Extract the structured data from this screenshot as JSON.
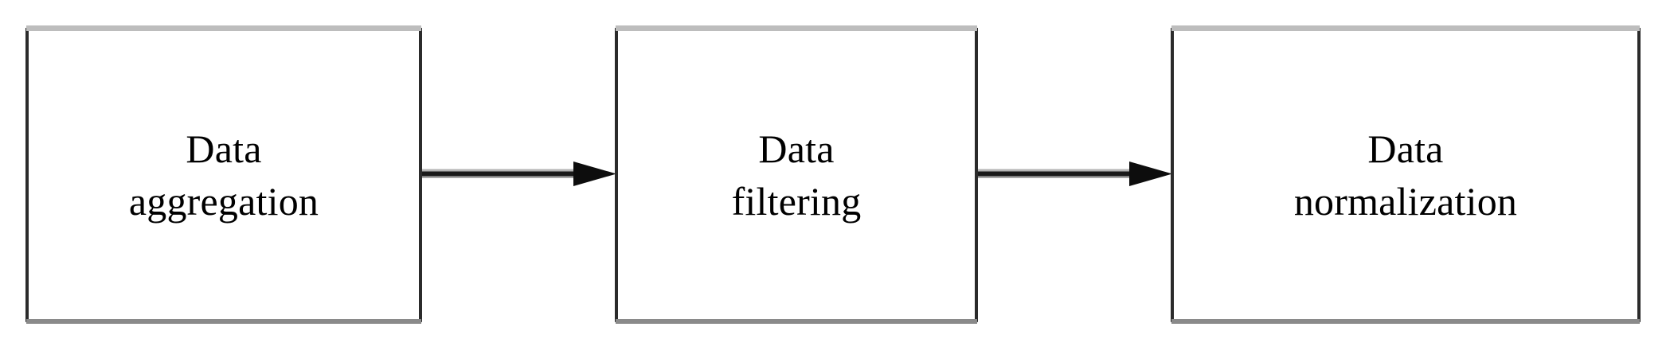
{
  "diagram": {
    "type": "flow-diagram",
    "orientation": "horizontal",
    "background_color": "#ffffff",
    "text_color": "#000000",
    "border_color": "#2b2b2b",
    "shadow_color": "#8a8a8a",
    "arrow_color": "#111111",
    "steps": [
      {
        "id": "step-1",
        "label": "Data\naggregation",
        "line_1": "Data",
        "line_2": "aggregation",
        "order": 1
      },
      {
        "id": "step-2",
        "label": "Data\nfiltering",
        "line_1": "Data",
        "line_2": "filtering",
        "order": 2
      },
      {
        "id": "step-3",
        "label": "Data\nnormalization",
        "line_1": "Data",
        "line_2": "normalization",
        "order": 3
      }
    ],
    "connectors": [
      {
        "id": "connector-1",
        "from": "step-1",
        "to": "step-2",
        "style": "solid-line-filled-arrowhead",
        "direction": "right"
      },
      {
        "id": "connector-2",
        "from": "step-2",
        "to": "step-3",
        "style": "solid-line-filled-arrowhead",
        "direction": "right"
      }
    ],
    "icons": {
      "arrow_right": "arrow-right-icon"
    }
  }
}
